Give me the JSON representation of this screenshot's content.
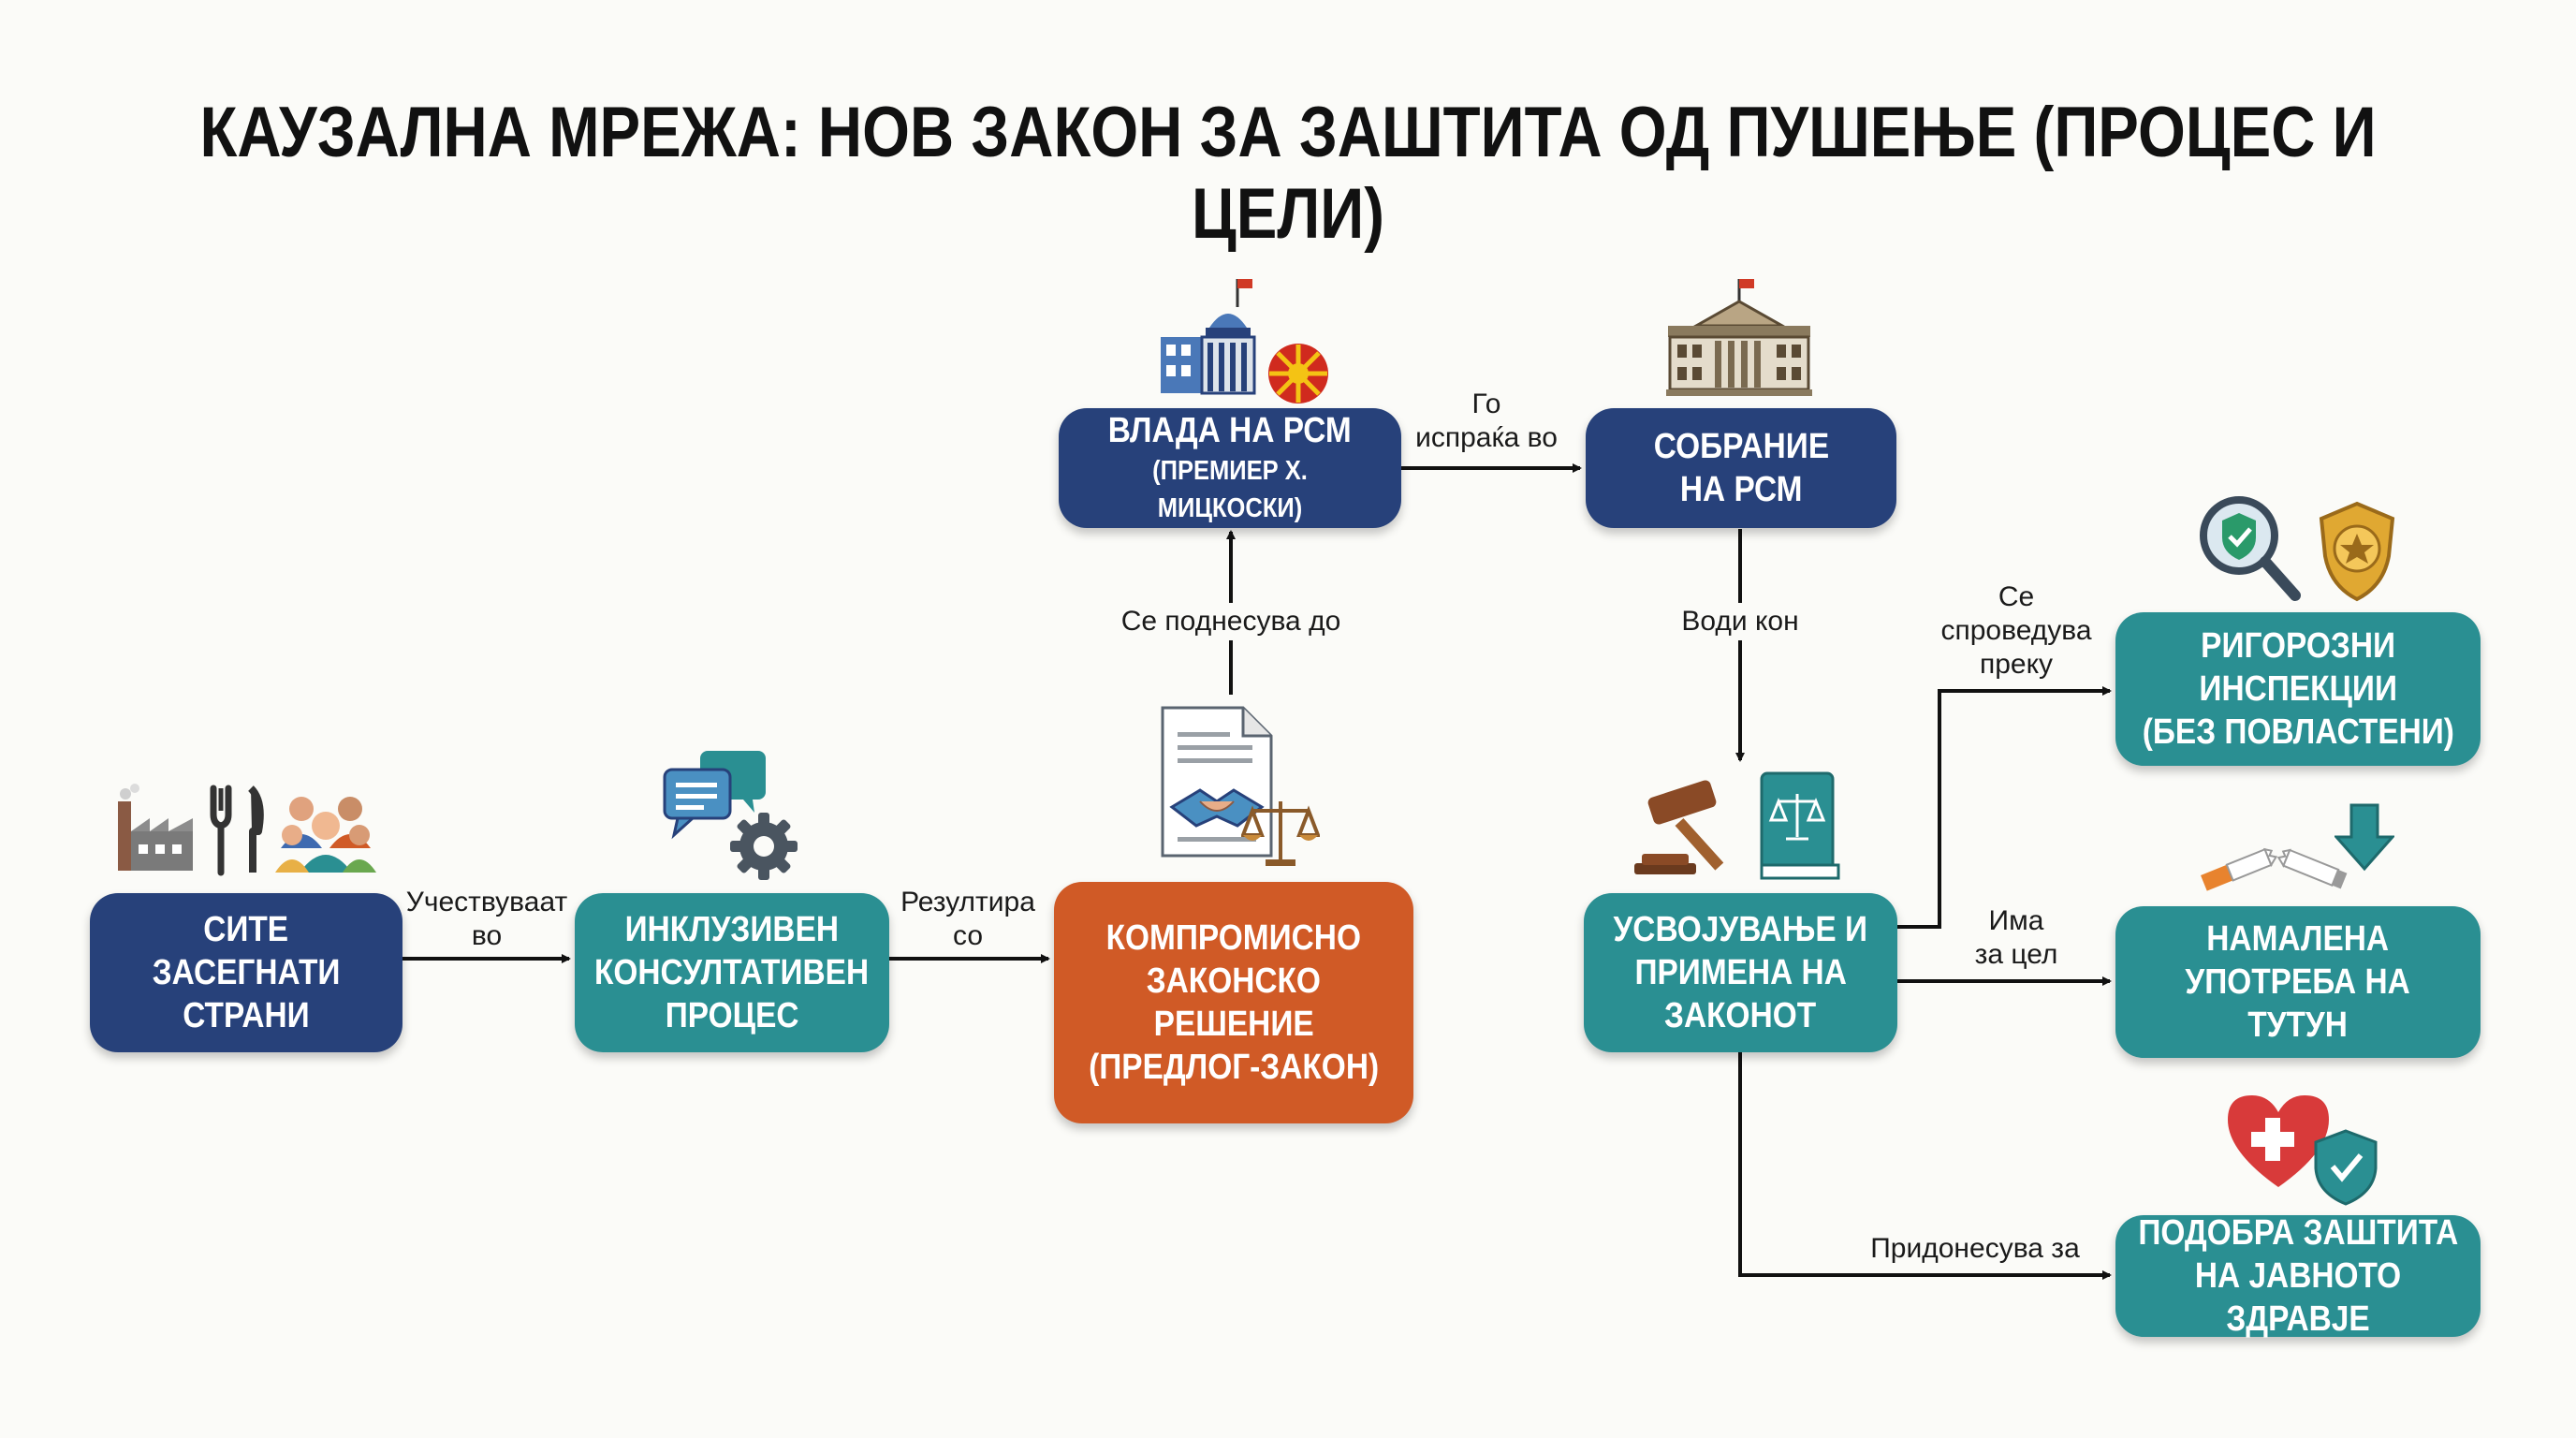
{
  "title": "КАУЗАЛНА МРЕЖА: НОВ ЗАКОН ЗА ЗАШТИТА ОД ПУШЕЊЕ (ПРОЦЕС И ЦЕЛИ)",
  "nodes": {
    "stakeholders": {
      "lines": [
        "СИТЕ",
        "ЗАСЕГНАТИ",
        "СТРАНИ"
      ]
    },
    "consultation": {
      "lines": [
        "ИНКЛУЗИВЕН",
        "КОНСУЛТАТИВЕН",
        "ПРОЦЕС"
      ]
    },
    "compromise": {
      "lines": [
        "КОМПРОМИСНО",
        "ЗАКОНСКО",
        "РЕШЕНИЕ",
        "(ПРЕДЛОГ-ЗАКОН)"
      ]
    },
    "government": {
      "lines": [
        "ВЛАДА НА РСМ"
      ],
      "sub": "(ПРЕМИЕР Х. МИЦКОСКИ)"
    },
    "assembly": {
      "lines": [
        "СОБРАНИЕ",
        "НА РСМ"
      ]
    },
    "adoption": {
      "lines": [
        "УСВОЈУВАЊЕ И",
        "ПРИМЕНА НА",
        "ЗАКОНОТ"
      ]
    },
    "inspections": {
      "lines": [
        "РИГОРОЗНИ",
        "ИНСПЕКЦИИ",
        "(БЕЗ ПОВЛАСТЕНИ)"
      ]
    },
    "reduced": {
      "lines": [
        "НАМАЛЕНА",
        "УПОТРЕБА НА",
        "ТУТУН"
      ]
    },
    "health": {
      "lines": [
        "ПОДОБРА ЗАШТИТА",
        "НА ЈАВНОТО ЗДРАВЈЕ"
      ]
    }
  },
  "edges": {
    "participate": [
      "Учествуваат",
      "во"
    ],
    "results": [
      "Резултира",
      "со"
    ],
    "submitted": [
      "Се поднесува до"
    ],
    "sends": [
      "Го",
      "испраќа во"
    ],
    "leads": [
      "Води кон"
    ],
    "enforced": [
      "Се",
      "спроведува",
      "преку"
    ],
    "goal": [
      "Има",
      "за цел"
    ],
    "contributes": [
      "Придонесува за"
    ]
  },
  "colors": {
    "navy": "#27417a",
    "teal": "#2a8f92",
    "orange": "#d05a26",
    "arrow": "#111111"
  },
  "icons": [
    "factory-icon",
    "cutlery-icon",
    "people-icon",
    "chat-bubbles-icon",
    "gear-icon",
    "document-handshake-icon",
    "scales-icon",
    "government-building-icon",
    "emblem-icon",
    "parliament-building-icon",
    "gavel-icon",
    "law-book-icon",
    "magnifier-shield-icon",
    "police-badge-icon",
    "broken-cigarette-icon",
    "down-arrow-icon",
    "heart-cross-icon",
    "health-shield-icon"
  ]
}
